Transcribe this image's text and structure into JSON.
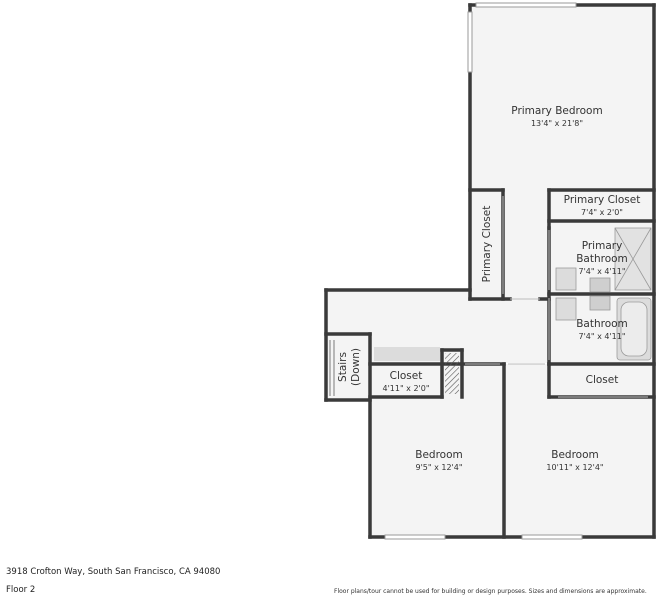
{
  "rooms": {
    "primary_bedroom": {
      "name": "Primary Bedroom",
      "dims": "13'4\" x 21'8\""
    },
    "primary_closet_right": {
      "name": "Primary Closet",
      "dims": "7'4\" x 2'0\""
    },
    "primary_closet_left": {
      "name": "Primary Closet"
    },
    "primary_bathroom": {
      "name_line1": "Primary",
      "name_line2": "Bathroom",
      "dims": "7'4\" x 4'11\""
    },
    "bathroom": {
      "name": "Bathroom",
      "dims": "7'4\" x 4'11\""
    },
    "stairs": {
      "line1": "Stairs",
      "line2": "(Down)"
    },
    "closet_mid": {
      "name": "Closet",
      "dims": "4'11\" x 2'0\""
    },
    "closet_right": {
      "name": "Closet"
    },
    "bedroom_left": {
      "name": "Bedroom",
      "dims": "9'5\" x 12'4\""
    },
    "bedroom_right": {
      "name": "Bedroom",
      "dims": "10'11\" x 12'4\""
    }
  },
  "footer": {
    "address": "3918 Crofton Way, South San Francisco, CA 94080",
    "floor": "Floor 2",
    "disclaimer": "Floor plans/tour cannot be used for building or design purposes. Sizes and dimensions are approximate."
  },
  "colors": {
    "wall": "#3a3a3a",
    "floor": "#f4f4f4",
    "fixture": "#d6d6d6",
    "window": "#ffffff"
  }
}
